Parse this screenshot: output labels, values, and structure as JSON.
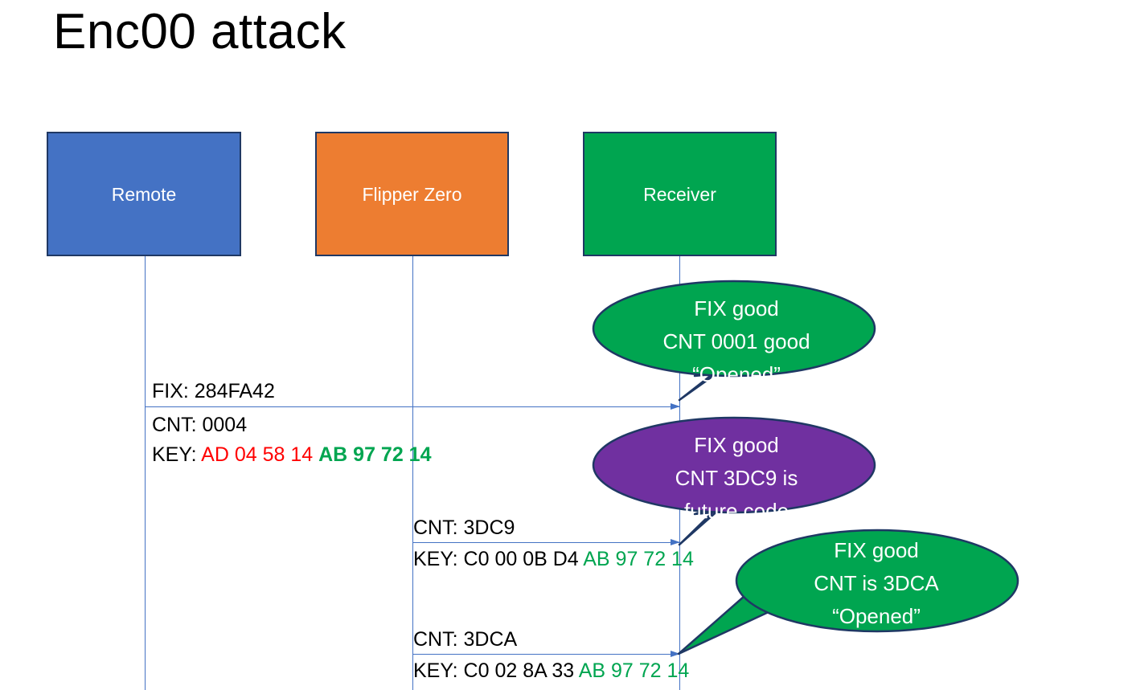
{
  "slide": {
    "title": "Enc00 attack",
    "background": "#FFFFFF"
  },
  "colors": {
    "remote": "#4472C4",
    "flipper": "#ED7D31",
    "receiver": "#00A550",
    "bubble_good": "#00A550",
    "bubble_warn": "#7030A0",
    "border": "#1F3864",
    "line": "#4472C4",
    "hex_red": "#FF0000",
    "hex_green": "#00A550"
  },
  "actors": [
    {
      "id": "remote",
      "label": "Remote"
    },
    {
      "id": "flipper",
      "label": "Flipper Zero"
    },
    {
      "id": "receiver",
      "label": "Receiver"
    }
  ],
  "messages": [
    {
      "id": "msg-1",
      "from": "remote",
      "to": "receiver",
      "lines": [
        {
          "id": "fix",
          "text": "FIX: 284FA42"
        },
        {
          "id": "cnt",
          "text": "CNT: 0004"
        },
        {
          "id": "key",
          "prefix": "KEY: ",
          "red": "AD 04 58 14 ",
          "green_bold": "AB 97 72 14"
        }
      ]
    },
    {
      "id": "msg-2",
      "from": "flipper",
      "to": "receiver",
      "lines": [
        {
          "id": "cnt",
          "text": "CNT: 3DC9"
        },
        {
          "id": "key",
          "prefix": "KEY: C0 00 0B D4 ",
          "green": "AB 97 72 14"
        }
      ]
    },
    {
      "id": "msg-3",
      "from": "flipper",
      "to": "receiver",
      "lines": [
        {
          "id": "cnt",
          "text": "CNT: 3DCA"
        },
        {
          "id": "key",
          "prefix": "KEY: C0 02 8A 33 ",
          "green": "AB 97 72 14"
        }
      ]
    }
  ],
  "callouts": [
    {
      "id": "callout-1",
      "color": "#00A550",
      "line1": "FIX good",
      "line2": "CNT 0001 good",
      "line3": "“Opened”"
    },
    {
      "id": "callout-2",
      "color": "#7030A0",
      "line1": "FIX good",
      "line2": "CNT 3DC9 is",
      "line3": "future code"
    },
    {
      "id": "callout-3",
      "color": "#00A550",
      "line1": "FIX good",
      "line2": "CNT is 3DCA",
      "line3": "“Opened”"
    }
  ]
}
